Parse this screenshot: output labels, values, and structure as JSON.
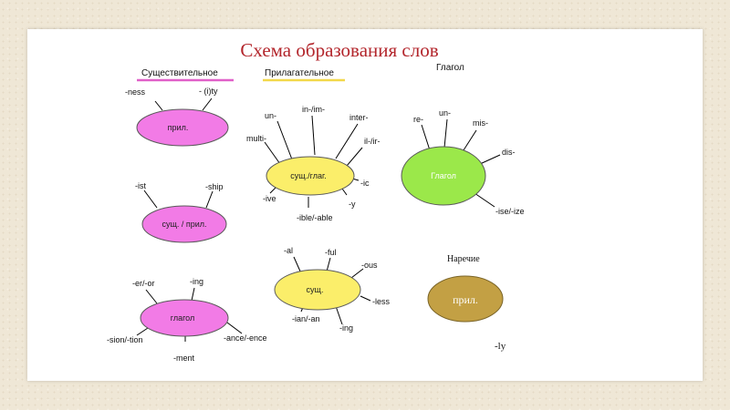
{
  "title": "Схема образования слов",
  "headings": {
    "noun": "Существительное",
    "adjective": "Прилагательное",
    "verb": "Глагол",
    "adverb": "Наречие"
  },
  "colors": {
    "noun_underline": "#e060c8",
    "adjective_underline": "#f2d84a",
    "pink": "#f27be6",
    "yellow": "#fbee6a",
    "green": "#9be84a",
    "brown": "#c3a044",
    "title": "#b3262c"
  },
  "nodes": {
    "n1": {
      "label": "прил.",
      "suffixes": [
        "-ness",
        "- (i)ty"
      ]
    },
    "n2": {
      "label": "сущ. / прил.",
      "suffixes": [
        "-ist",
        "-ship"
      ]
    },
    "n3": {
      "label": "глагол",
      "suffixes": [
        "-er/-or",
        "-ing",
        "-sion/-tion",
        "-ment",
        "-ance/-ence"
      ]
    },
    "a1": {
      "label": "сущ./глаг.",
      "suffixes": [
        "un-",
        "in-/im-",
        "inter-",
        "multi-",
        "il-/ir-",
        "-ic",
        "-ive",
        "-y",
        "-ible/-able"
      ]
    },
    "a2": {
      "label": "сущ.",
      "suffixes": [
        "-al",
        "-ful",
        "-ous",
        "-less",
        "-ian/-an",
        "-ing"
      ]
    },
    "v1": {
      "label": "Глагол",
      "suffixes": [
        "re-",
        "un-",
        "mis-",
        "dis-",
        "-ise/-ize"
      ]
    },
    "adv": {
      "label": "прил.",
      "suffix": "-ly"
    }
  }
}
